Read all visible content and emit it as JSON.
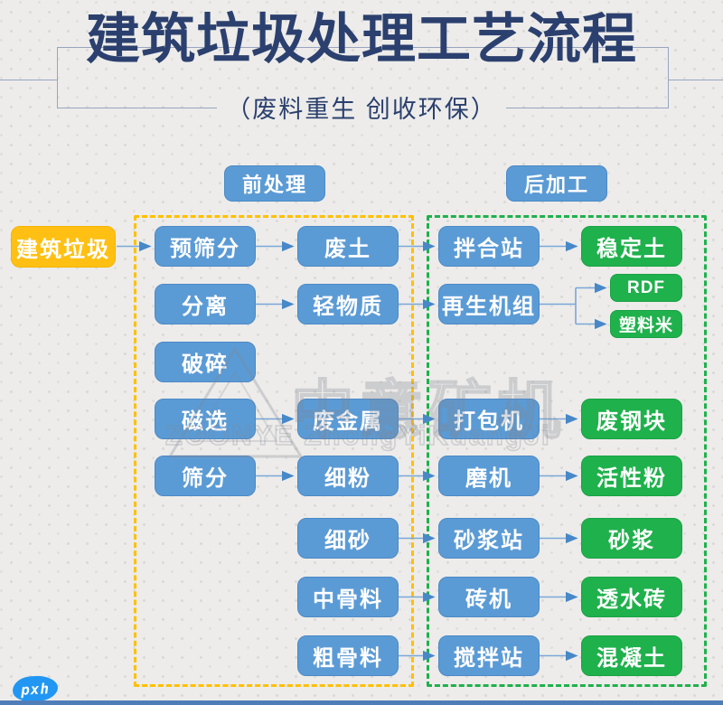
{
  "title": "建筑垃圾处理工艺流程",
  "subtitle": "（废料重生 创收环保）",
  "section_labels": {
    "pre": "前处理",
    "post": "后加工"
  },
  "nodes": {
    "source": "建筑垃圾",
    "yushaifen": "预筛分",
    "feitu": "废土",
    "banhezhan": "拌合站",
    "wendingtu": "稳定土",
    "fenli": "分离",
    "qingwuzhi": "轻物质",
    "zaishengjizu": "再生机组",
    "rdf": "RDF",
    "suliaomi": "塑料米",
    "posui": "破碎",
    "cixuan": "磁选",
    "feijinshu": "废金属",
    "dabaoji": "打包机",
    "feigangkuai": "废钢块",
    "shaifen": "筛分",
    "xifen": "细粉",
    "moji": "磨机",
    "huoxingfen": "活性粉",
    "xisha": "细砂",
    "shajiangzhan": "砂浆站",
    "shajiang": "砂浆",
    "zhonggu": "中骨料",
    "zhuanji": "砖机",
    "toushuizhuan": "透水砖",
    "cugu": "粗骨料",
    "jiaobanzhan": "搅拌站",
    "hunningtu": "混凝土"
  },
  "edges": [
    [
      "建筑垃圾",
      "预筛分"
    ],
    [
      "预筛分",
      "废土"
    ],
    [
      "废土",
      "拌合站"
    ],
    [
      "拌合站",
      "稳定土"
    ],
    [
      "分离",
      "轻物质"
    ],
    [
      "轻物质",
      "再生机组"
    ],
    [
      "再生机组",
      "RDF"
    ],
    [
      "再生机组",
      "塑料米"
    ],
    [
      "磁选",
      "废金属"
    ],
    [
      "废金属",
      "打包机"
    ],
    [
      "打包机",
      "废钢块"
    ],
    [
      "筛分",
      "细粉"
    ],
    [
      "细粉",
      "磨机"
    ],
    [
      "磨机",
      "活性粉"
    ],
    [
      "细砂",
      "砂浆站"
    ],
    [
      "砂浆站",
      "砂浆"
    ],
    [
      "中骨料",
      "砖机"
    ],
    [
      "砖机",
      "透水砖"
    ],
    [
      "粗骨料",
      "搅拌站"
    ],
    [
      "搅拌站",
      "混凝土"
    ]
  ],
  "watermark": {
    "cn": "中意矿机",
    "en": "ZOONYE ZhongYiKuangJi"
  },
  "logo": {
    "text": "pxh"
  },
  "colors": {
    "title_navy": "#2B406E",
    "box_blue": "#5B9BD5",
    "box_green": "#1FB14C",
    "box_yellow": "#FFC013",
    "dash_yellow": "#FFC000",
    "dash_green": "#1FB14C",
    "arrow_blue": "#5B9BD5",
    "bottom_bar": "#4F7DB8",
    "logo_blue": "#2196F3"
  }
}
